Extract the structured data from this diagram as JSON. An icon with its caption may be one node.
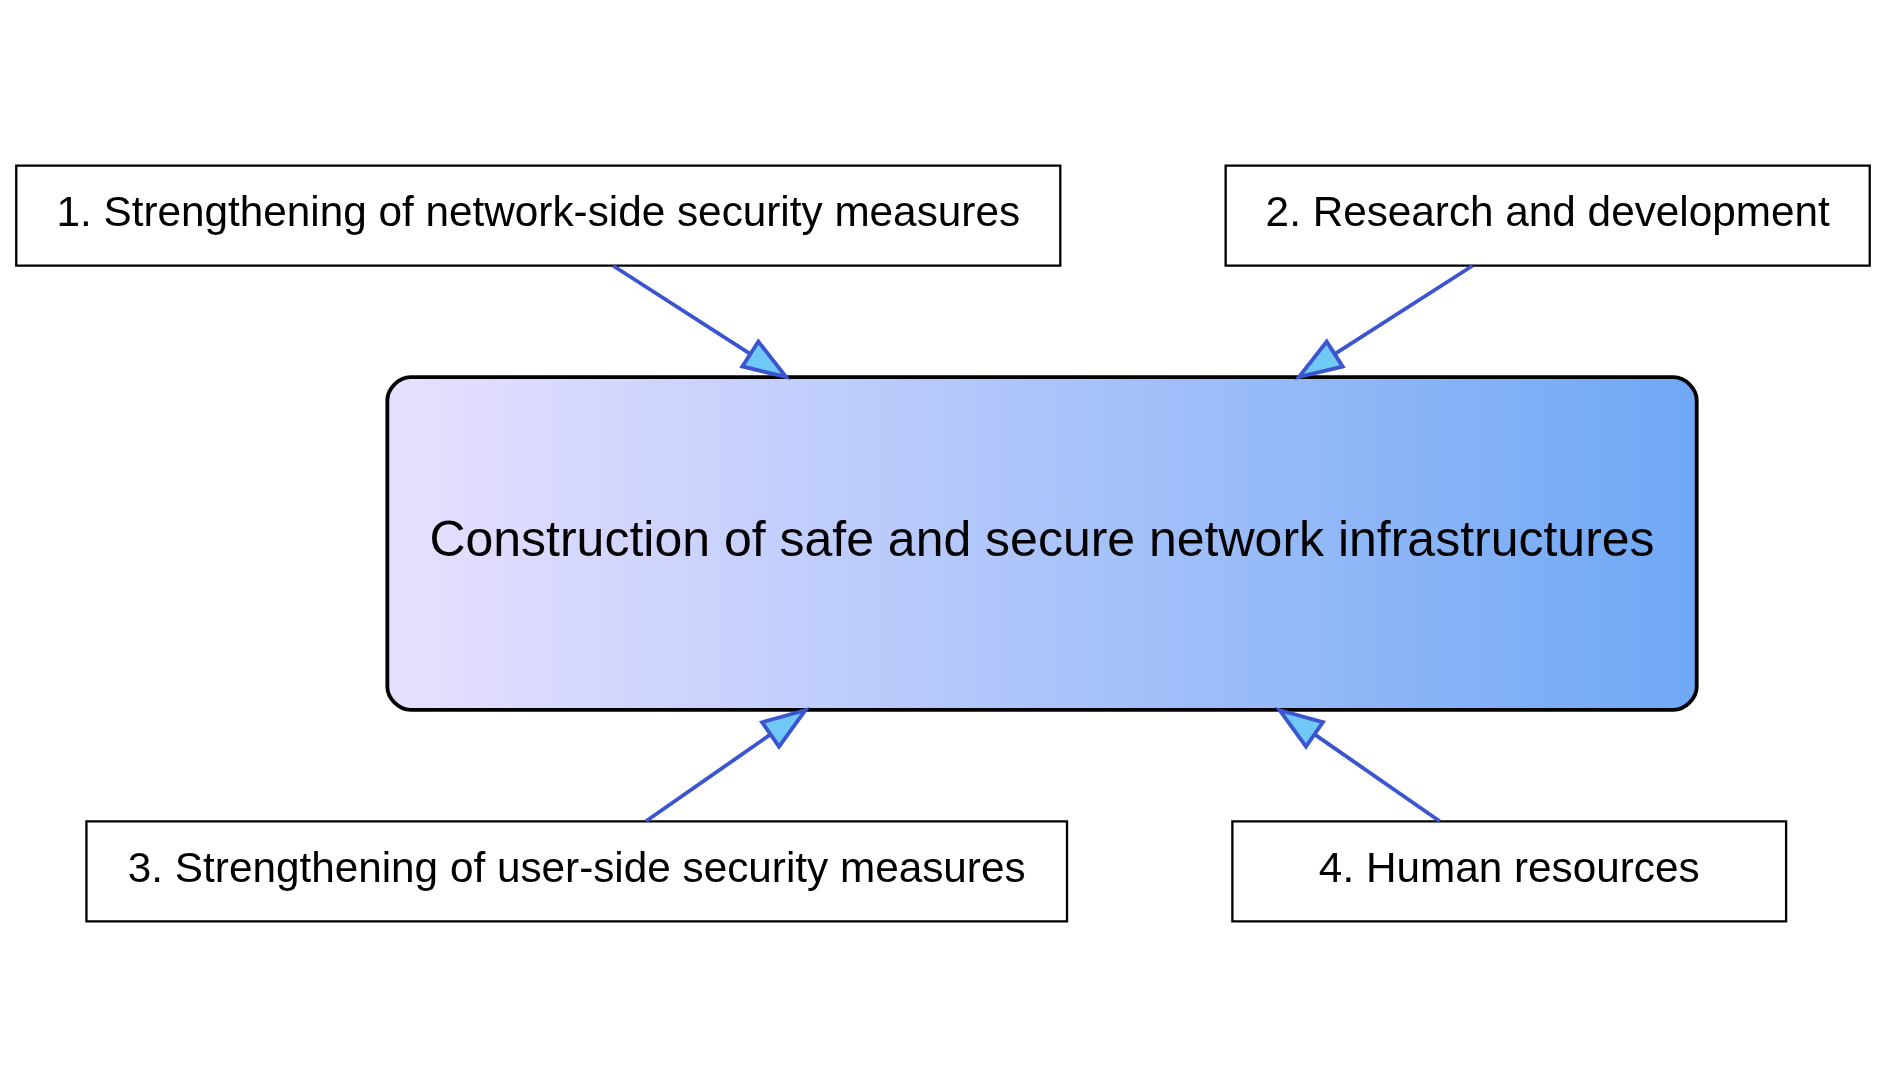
{
  "diagram": {
    "nodes": [
      {
        "text": [
          "Construction of safe and secure network infrastructures"
        ]
      },
      {
        "text": [
          "1. Strengthening of network-side security measures"
        ]
      },
      {
        "text": [
          "2. Research and development"
        ]
      },
      {
        "text": [
          "3. Strengthening of user-side security measures"
        ]
      },
      {
        "text": [
          "4. Human resources"
        ]
      }
    ],
    "edges": [
      {
        "from": 1,
        "to": 0,
        "arrow": "to"
      },
      {
        "from": 2,
        "to": 0,
        "arrow": "to"
      },
      {
        "from": 3,
        "to": 0,
        "arrow": "to"
      },
      {
        "from": 4,
        "to": 0,
        "arrow": "to"
      }
    ]
  }
}
